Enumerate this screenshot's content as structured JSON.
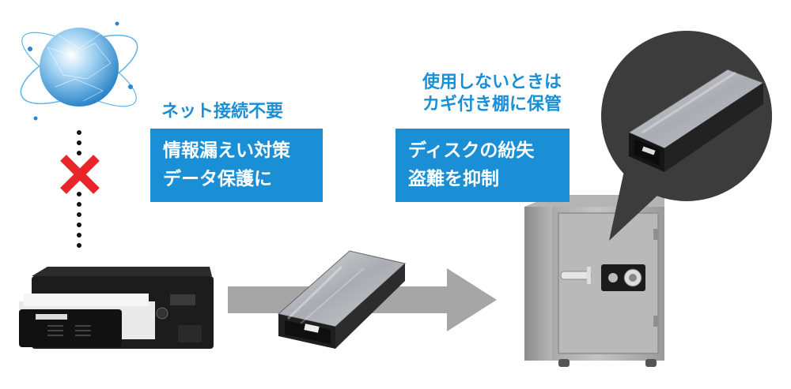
{
  "left": {
    "heading": "ネット接続不要",
    "box_lines": [
      "情報漏えい対策",
      "データ保護に"
    ]
  },
  "right": {
    "heading_lines": [
      "使用しないときは",
      "カギ付き棚に保管"
    ],
    "box_lines": [
      "ディスクの紛失",
      "盗難を抑制"
    ]
  },
  "colors": {
    "accent_blue": "#1a8fd6",
    "cross_red": "#e8262a",
    "arrow_gray": "#a6a6a6",
    "bubble_dark": "#3c3c3c"
  },
  "icons": [
    "globe-icon",
    "no-connection-cross-icon",
    "arrow-right-icon"
  ]
}
